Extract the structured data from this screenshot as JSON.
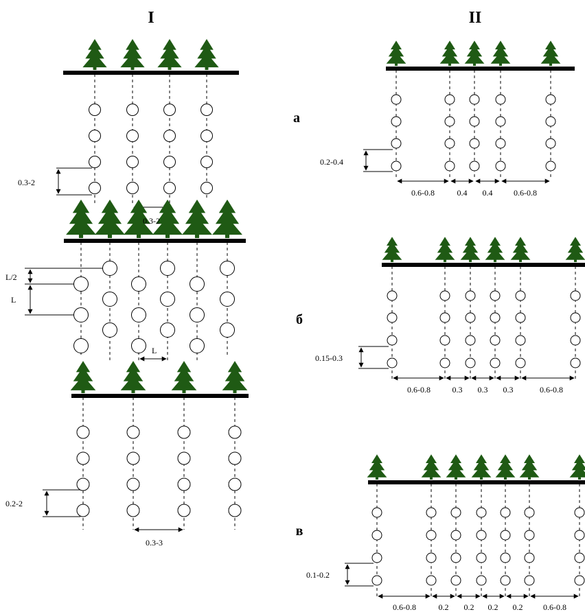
{
  "headings": {
    "left": "I",
    "right": "II"
  },
  "row_labels": {
    "a": "а",
    "b": "б",
    "v": "в"
  },
  "dimensions": {
    "left1_vertical": "0.3-2",
    "left1_horizontal": "0.3-2",
    "left2_half": "L/2",
    "left2_vertical": "L",
    "left2_horizontal": "L",
    "left3_vertical": "0.2-2",
    "left3_horizontal": "0.3-3",
    "a_vertical": "0.2-0.4",
    "a_spacings": [
      "0.6-0.8",
      "0.4",
      "0.4",
      "0.6-0.8"
    ],
    "b_vertical": "0.15-0.3",
    "b_spacings": [
      "0.6-0.8",
      "0.3",
      "0.3",
      "0.3",
      "0.6-0.8"
    ],
    "v_vertical": "0.1-0.2",
    "v_spacings": [
      "0.6-0.8",
      "0.2",
      "0.2",
      "0.2",
      "0.2",
      "0.6-0.8"
    ]
  },
  "colors": {
    "tree": "#1f5a14",
    "line": "#000000"
  },
  "icons": {
    "tree": "spruce-tree-icon",
    "hole": "planting-hole-circle"
  }
}
